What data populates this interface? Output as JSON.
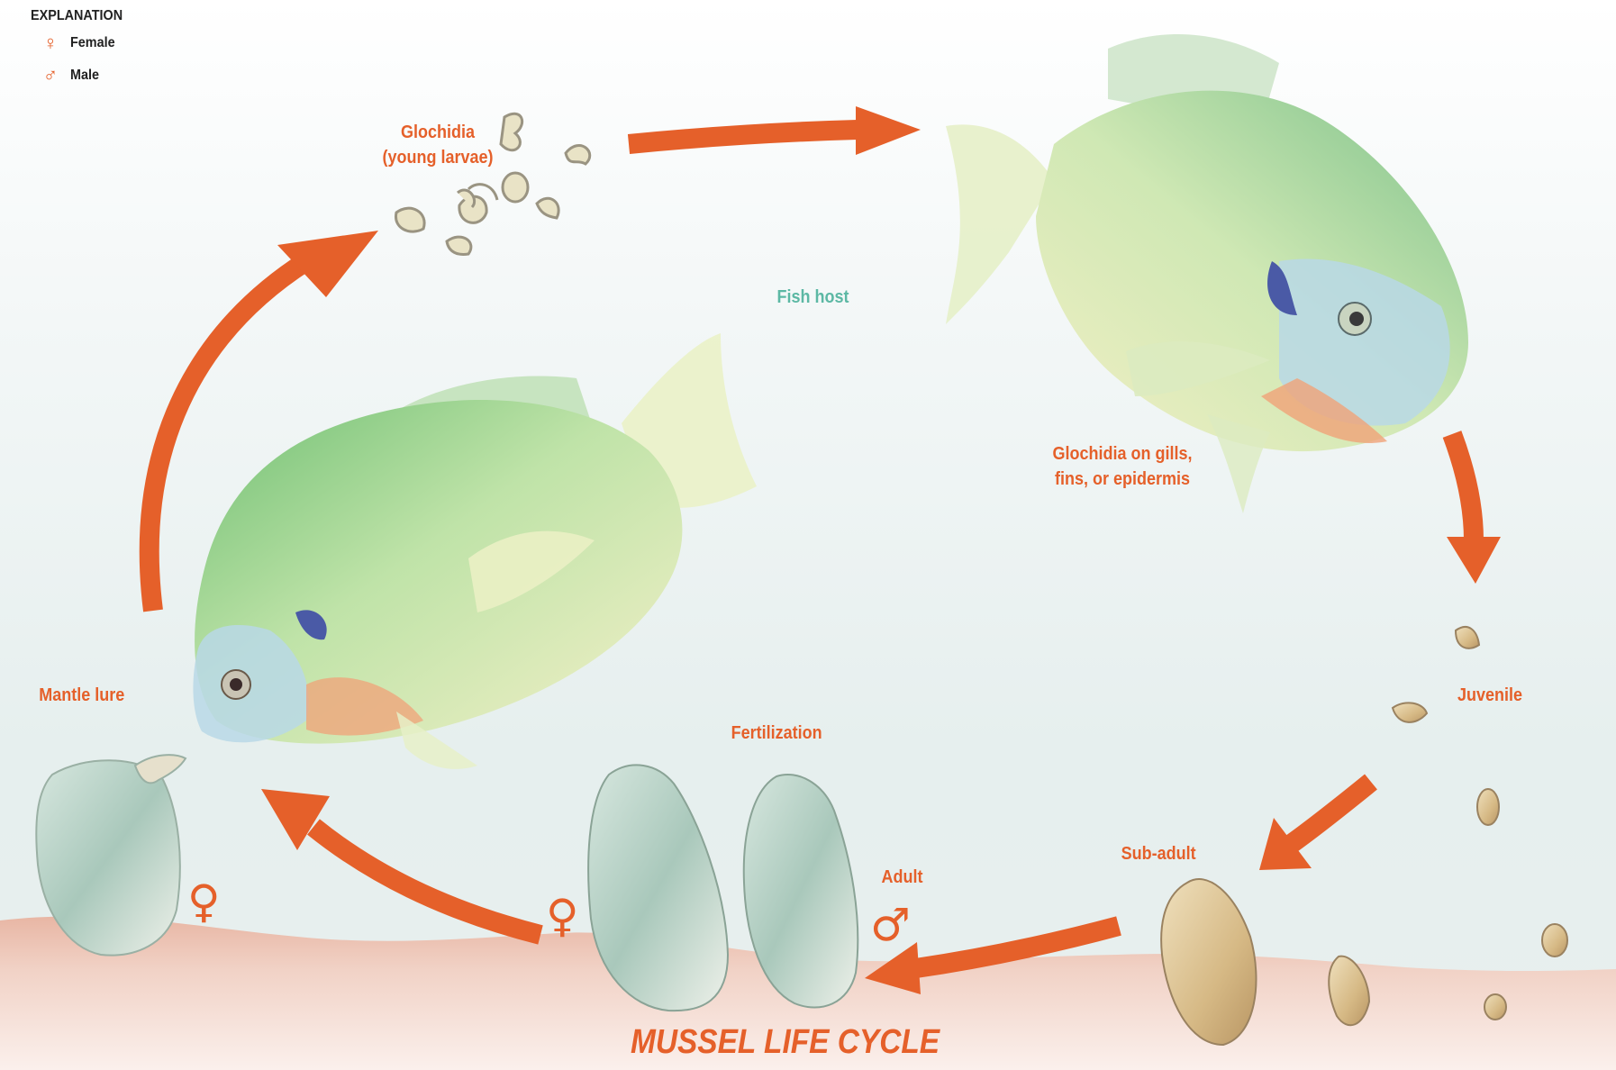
{
  "legend": {
    "title": "EXPLANATION",
    "items": [
      {
        "symbol": "♀",
        "label": "Female"
      },
      {
        "symbol": "♂",
        "label": "Male"
      }
    ]
  },
  "stages": {
    "glochidia": {
      "line1": "Glochidia",
      "line2": "(young larvae)"
    },
    "fish_host": "Fish host",
    "on_gills": {
      "line1": "Glochidia on gills,",
      "line2": "fins, or epidermis"
    },
    "juvenile": "Juvenile",
    "sub_adult": "Sub-adult",
    "adult": "Adult",
    "fertilization": "Fertilization",
    "mantle_lure": "Mantle lure"
  },
  "gender_marks": {
    "female": "♀",
    "male": "♂"
  },
  "title": "MUSSEL LIFE CYCLE",
  "colors": {
    "accent": "#e5602a",
    "teal": "#5cb8a4",
    "sediment": "#eec6b8"
  }
}
